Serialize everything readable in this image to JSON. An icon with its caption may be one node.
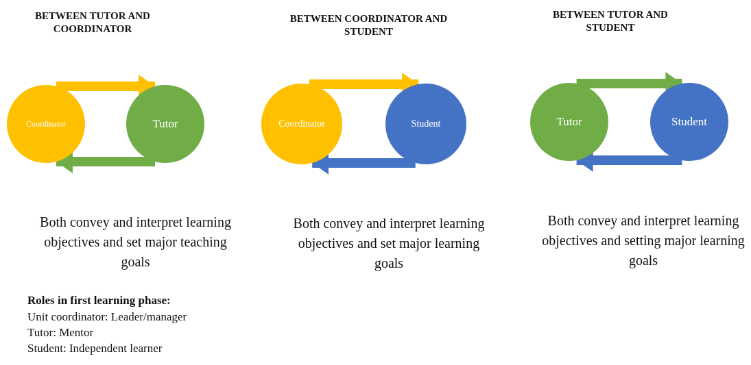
{
  "diagram": {
    "nodes": [
      {
        "text": [
          "Coordinator"
        ]
      },
      {
        "text": [
          "Tutor"
        ]
      },
      {
        "text": [
          "Coordinator"
        ]
      },
      {
        "text": [
          "Student"
        ]
      },
      {
        "text": [
          "Tutor"
        ]
      },
      {
        "text": [
          "Student"
        ]
      }
    ],
    "edges": [
      {
        "from": 0,
        "to": 1,
        "arrow": "to",
        "color": "#ffc000"
      },
      {
        "from": 1,
        "to": 0,
        "arrow": "to",
        "color": "#70ad47"
      },
      {
        "from": 2,
        "to": 3,
        "arrow": "to",
        "color": "#ffc000"
      },
      {
        "from": 3,
        "to": 2,
        "arrow": "to",
        "color": "#4472c4"
      },
      {
        "from": 4,
        "to": 5,
        "arrow": "to",
        "color": "#70ad47"
      },
      {
        "from": 5,
        "to": 4,
        "arrow": "to",
        "color": "#4472c4"
      }
    ],
    "labels": [
      "BETWEEN TUTOR AND COORDINATOR",
      "BETWEEN COORDINATOR AND STUDENT",
      "BETWEEN TUTOR AND STUDENT",
      "Both convey and interpret learning objectives and set major teaching goals",
      "Both convey and interpret learning objectives and set major learning goals",
      "Both convey and interpret learning objectives and setting major learning goals",
      "Roles in first learning phase:",
      "Unit coordinator: Leader/manager",
      "Tutor: Mentor",
      "Student: Independent learner"
    ]
  }
}
